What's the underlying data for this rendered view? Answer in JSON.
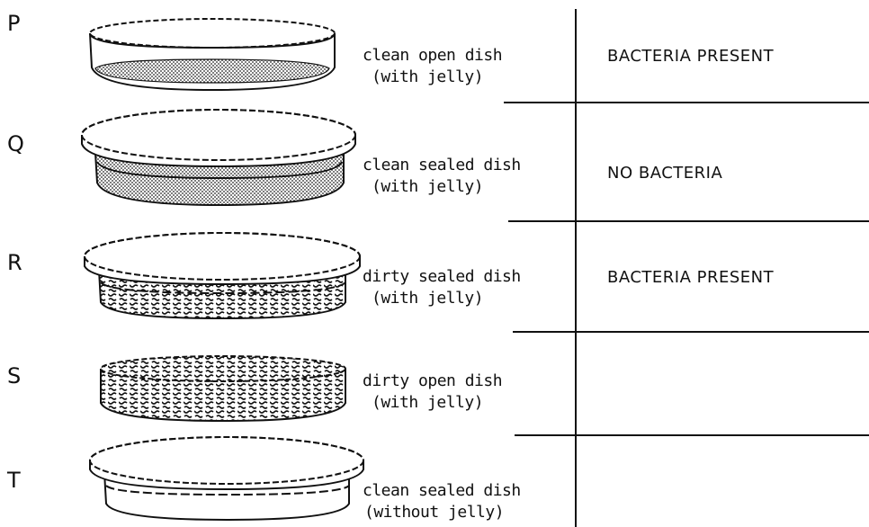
{
  "rows": [
    {
      "letter": "P",
      "caption_line1": "clean open dish",
      "caption_line2": "(with jelly)",
      "result": "BACTERIA PRESENT"
    },
    {
      "letter": "Q",
      "caption_line1": "clean sealed dish",
      "caption_line2": "(with jelly)",
      "result": "NO BACTERIA"
    },
    {
      "letter": "R",
      "caption_line1": "dirty sealed dish",
      "caption_line2": "(with jelly)",
      "result": "BACTERIA PRESENT"
    },
    {
      "letter": "S",
      "caption_line1": "dirty open dish",
      "caption_line2": "(with jelly)",
      "result": ""
    },
    {
      "letter": "T",
      "caption_line1": "clean sealed dish",
      "caption_line2": "(without jelly)",
      "result": ""
    }
  ]
}
